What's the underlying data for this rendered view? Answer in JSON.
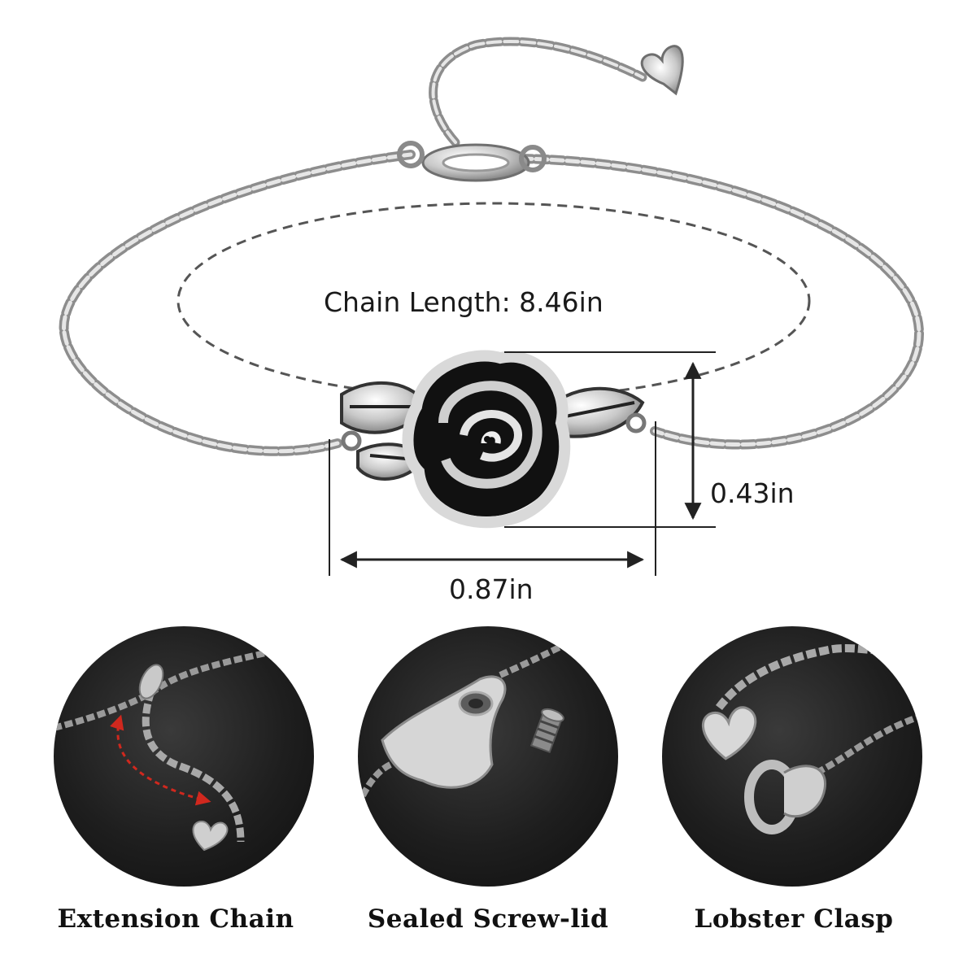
{
  "product": {
    "chain_length_label": "Chain Length: 8.46in",
    "height_label": "0.43in",
    "width_label": "0.87in"
  },
  "details": [
    {
      "caption": "Extension Chain"
    },
    {
      "caption": "Sealed Screw-lid"
    },
    {
      "caption": "Lobster Clasp"
    }
  ],
  "colors": {
    "background": "#ffffff",
    "metal": "#c8c8c8",
    "enamel": "#111111",
    "detail_bg": "#1e1e1e",
    "arrow_accent": "#d0281e"
  }
}
